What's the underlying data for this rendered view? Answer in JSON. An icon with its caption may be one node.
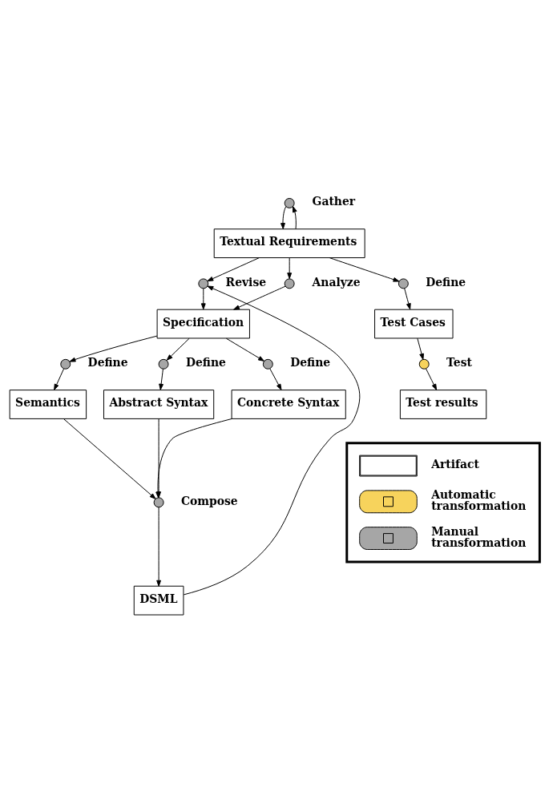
{
  "diagram": {
    "nodes": [
      {
        "text": [
          "Textual Requirements"
        ]
      },
      {
        "text": [],
        "shape": "circle",
        "beside": [
          "Gather"
        ]
      },
      {
        "text": [],
        "shape": "circle",
        "beside": [
          "Revise"
        ]
      },
      {
        "text": [],
        "shape": "circle",
        "beside": [
          "Analyze"
        ]
      },
      {
        "text": [],
        "shape": "circle",
        "beside": [
          "Define"
        ]
      },
      {
        "text": [
          "Specification"
        ]
      },
      {
        "text": [
          "Test Cases"
        ]
      },
      {
        "text": [],
        "shape": "circle",
        "beside": [
          "Define"
        ]
      },
      {
        "text": [],
        "shape": "circle",
        "beside": [
          "Define"
        ]
      },
      {
        "text": [],
        "shape": "circle",
        "beside": [
          "Define"
        ]
      },
      {
        "text": [
          "Semantics"
        ]
      },
      {
        "text": [
          "Abstract Syntax"
        ]
      },
      {
        "text": [
          "Concrete Syntax"
        ]
      },
      {
        "text": [],
        "shape": "circle",
        "beside": [
          "Test"
        ]
      },
      {
        "text": [],
        "shape": "circle",
        "beside": [
          "Compose"
        ]
      },
      {
        "text": [
          "DSML"
        ]
      },
      {
        "text": [
          "Test results"
        ]
      }
    ],
    "edges": [
      {
        "from": 0,
        "to": 1,
        "arrow": "to"
      },
      {
        "from": 1,
        "to": 0,
        "arrow": "to"
      },
      {
        "from": 0,
        "to": 2,
        "arrow": "to"
      },
      {
        "from": 0,
        "to": 3,
        "arrow": "to"
      },
      {
        "from": 0,
        "to": 4,
        "arrow": "to"
      },
      {
        "from": 15,
        "to": 2,
        "arrow": "to"
      },
      {
        "from": 2,
        "to": 5,
        "arrow": "to"
      },
      {
        "from": 3,
        "to": 5,
        "arrow": "to"
      },
      {
        "from": 4,
        "to": 6,
        "arrow": "to"
      },
      {
        "from": 5,
        "to": 7,
        "arrow": "to"
      },
      {
        "from": 5,
        "to": 8,
        "arrow": "to"
      },
      {
        "from": 5,
        "to": 9,
        "arrow": "to"
      },
      {
        "from": 7,
        "to": 10,
        "arrow": "to"
      },
      {
        "from": 8,
        "to": 11,
        "arrow": "to"
      },
      {
        "from": 9,
        "to": 12,
        "arrow": "to"
      },
      {
        "from": 6,
        "to": 13,
        "arrow": "to"
      },
      {
        "from": 10,
        "to": 14,
        "arrow": "to"
      },
      {
        "from": 11,
        "to": 14,
        "arrow": "to"
      },
      {
        "from": 12,
        "to": 14,
        "arrow": "to"
      },
      {
        "from": 14,
        "to": 15,
        "arrow": "to"
      },
      {
        "from": 13,
        "to": 16,
        "arrow": "to"
      }
    ],
    "legend": [
      {
        "text": "Artifact"
      },
      {
        "text": "Automatic transformation",
        "color": "#f7d35c"
      },
      {
        "text": "Manual transformation",
        "color": "#a6a6a6"
      }
    ]
  }
}
